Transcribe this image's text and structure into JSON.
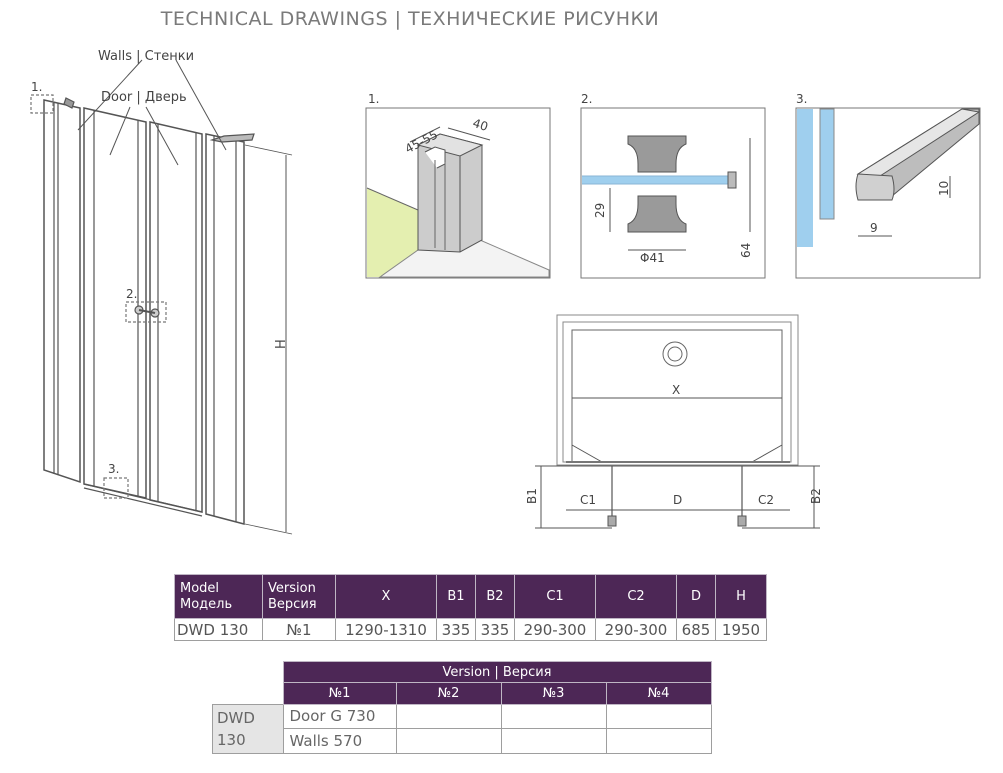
{
  "header": {
    "title": "TECHNICAL DRAWINGS  |  ТЕХНИЧЕСКИЕ РИСУНКИ"
  },
  "front_view": {
    "walls_label": "Walls | Стенки",
    "door_label": "Door | Дверь",
    "marker_1": "1.",
    "marker_2": "2.",
    "marker_3": "3.",
    "height_label": "H"
  },
  "details": {
    "detail_1": {
      "number": "1.",
      "dim_a": "45-55",
      "dim_b": "40"
    },
    "detail_2": {
      "number": "2.",
      "dim_height": "29",
      "dim_diameter": "Φ41",
      "dim_total": "64"
    },
    "detail_3": {
      "number": "3.",
      "dim_width": "9",
      "dim_height": "10"
    }
  },
  "plan_view": {
    "x_label": "X",
    "b1_label": "B1",
    "b2_label": "B2",
    "c1_label": "C1",
    "c2_label": "C2",
    "d_label": "D"
  },
  "colors": {
    "table_header": "#4d2756",
    "accent_green": "#e4efb0",
    "glass_blue": "#9fcfee"
  },
  "spec_table": {
    "headers": [
      "Model\nМодель",
      "Version\nВерсия",
      "X",
      "B1",
      "B2",
      "C1",
      "C2",
      "D",
      "H"
    ],
    "header_model_en": "Model",
    "header_model_ru": "Модель",
    "header_version_en": "Version",
    "header_version_ru": "Версия",
    "h_x": "X",
    "h_b1": "B1",
    "h_b2": "B2",
    "h_c1": "C1",
    "h_c2": "C2",
    "h_d": "D",
    "h_h": "H",
    "row": {
      "model": "DWD 130",
      "version": "№1",
      "x": "1290-1310",
      "b1": "335",
      "b2": "335",
      "c1": "290-300",
      "c2": "290-300",
      "d": "685",
      "h": "1950"
    }
  },
  "version_table": {
    "title": "Version | Версия",
    "columns": [
      "№1",
      "№2",
      "№3",
      "№4"
    ],
    "model_line1": "DWD",
    "model_line2": "130",
    "row1": [
      "Door G 730",
      "",
      "",
      ""
    ],
    "row2": [
      "Walls 570",
      "",
      "",
      ""
    ]
  }
}
